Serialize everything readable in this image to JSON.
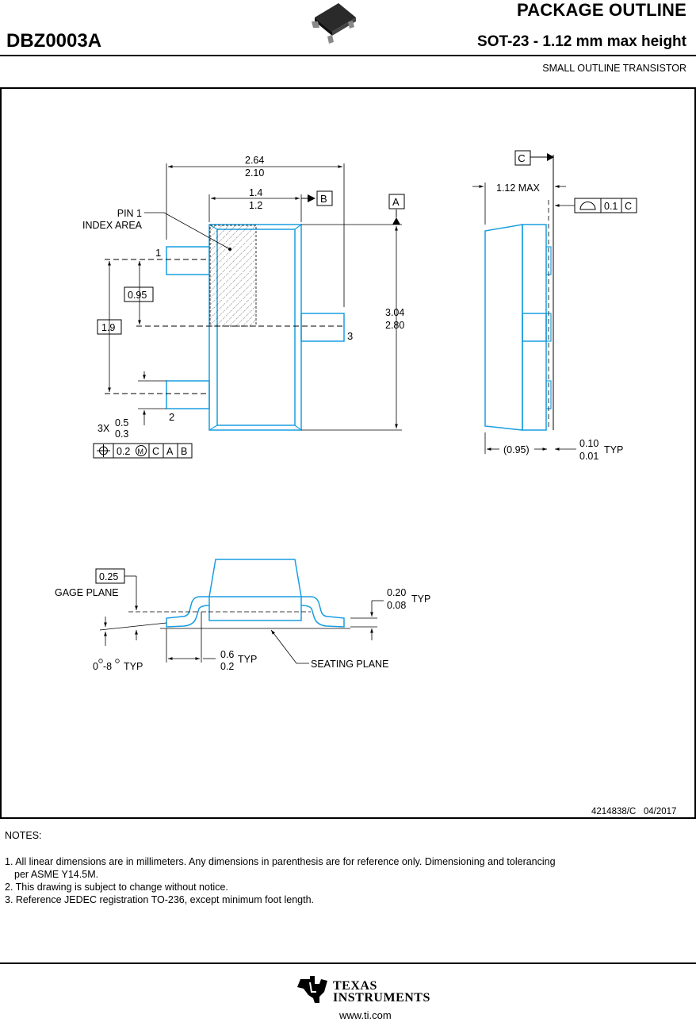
{
  "header": {
    "title": "PACKAGE OUTLINE",
    "part_number": "DBZ0003A",
    "subtitle": "SOT-23 - 1.12 mm max height",
    "package_type": "SMALL OUTLINE TRANSISTOR"
  },
  "drawing": {
    "top_view": {
      "width_top": "2.64",
      "width_bottom": "2.10",
      "body_width_top": "1.4",
      "body_width_bottom": "1.2",
      "datum_b": "B",
      "datum_a": "A",
      "pin1_line1": "PIN 1",
      "pin1_line2": "INDEX AREA",
      "pin_1": "1",
      "pin_2": "2",
      "pin_3": "3",
      "pitch": "0.95",
      "pitch_total": "1.9",
      "length_top": "3.04",
      "length_bottom": "2.80",
      "lead_count": "3X",
      "lead_width_top": "0.5",
      "lead_width_bottom": "0.3",
      "fcf_value": "0.2",
      "fcf_modifier": "M",
      "fcf_datum_1": "C",
      "fcf_datum_2": "A",
      "fcf_datum_3": "B"
    },
    "side_view": {
      "datum_c": "C",
      "max_height": "1.12 MAX",
      "coplanarity_value": "0.1",
      "coplanarity_datum": "C",
      "ref_width": "(0.95)",
      "standoff_top": "0.10",
      "standoff_bottom": "0.01",
      "standoff_suffix": "TYP"
    },
    "detail_view": {
      "gage_value": "0.25",
      "gage_label": "GAGE PLANE",
      "thickness_top": "0.20",
      "thickness_bottom": "0.08",
      "thickness_suffix": "TYP",
      "angle_start": "0",
      "angle_end": "-8",
      "angle_suffix": "TYP",
      "foot_top": "0.6",
      "foot_bottom": "0.2",
      "foot_suffix": "TYP",
      "seating_plane": "SEATING PLANE"
    },
    "drawing_number": "4214838/C   04/2017"
  },
  "notes": {
    "heading": "NOTES:",
    "items": [
      "1. All linear dimensions are in millimeters. Any dimensions in parenthesis are for reference only. Dimensioning and tolerancing",
      "per ASME Y14.5M.",
      "2. This drawing is subject to change without notice.",
      "3. Reference JEDEC registration TO-236, except minimum foot length."
    ]
  },
  "footer": {
    "brand_line1": "TEXAS",
    "brand_line2": "INSTRUMENTS",
    "url": "www.ti.com"
  },
  "colors": {
    "outline_blue": "#1a9ee0",
    "ink": "#000000"
  }
}
